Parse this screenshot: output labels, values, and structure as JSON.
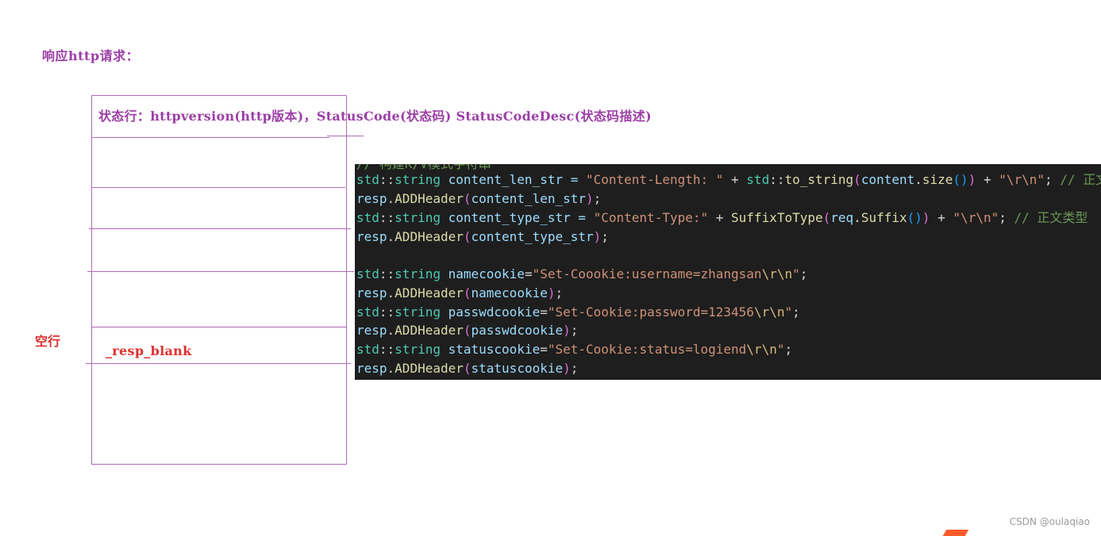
{
  "title": "响应http请求：",
  "status_line": "状态行：httpversion(http版本)，StatusCode(状态码) StatusCodeDesc(状态码描述)",
  "empty_line_label": "空行",
  "blank_label": "_resp_blank",
  "code": {
    "top_comment": "// 构建K/V模式字符串",
    "lines": [
      {
        "a": "std",
        "b": "::",
        "c": "string",
        "d": " content_len_str = ",
        "e": "\"Content-Length: \"",
        "f": " + ",
        "g": "std",
        "h": "::",
        "i": "to_string",
        "j": "(",
        "k": "content",
        "l": ".",
        "m": "size",
        "n": "()",
        "o": ")",
        "p": " + ",
        "q": "\"\\r\\n\"",
        "r": "; ",
        "s": "// 正文长度"
      },
      {
        "a": "resp",
        "b": ".",
        "c": "ADDHeader",
        "d": "(",
        "e": "content_len_str",
        "f": ")",
        "g": ";"
      },
      {
        "a": "std",
        "b": "::",
        "c": "string",
        "d": " content_type_str = ",
        "e": "\"Content-Type:\"",
        "f": " + ",
        "g": "SuffixToType",
        "h": "(",
        "i": "req",
        "j": ".",
        "k": "Suffix",
        "l": "()",
        "m": ")",
        "n": " + ",
        "o": "\"\\r\\n\"",
        "p": "; ",
        "q": "// 正文类型"
      },
      {
        "a": "resp",
        "b": ".",
        "c": "ADDHeader",
        "d": "(",
        "e": "content_type_str",
        "f": ")",
        "g": ";"
      },
      {
        "a": "std",
        "b": "::",
        "c": "string",
        "d": " namecookie",
        "e": "=",
        "f": "\"Set-Coookie:username=zhangsan",
        "g": "\\r\\n",
        "h": "\"",
        "i": ";"
      },
      {
        "a": "resp",
        "b": ".",
        "c": "ADDHeader",
        "d": "(",
        "e": "namecookie",
        "f": ")",
        "g": ";"
      },
      {
        "a": "std",
        "b": "::",
        "c": "string",
        "d": " passwdcookie",
        "e": "=",
        "f": "\"Set-Cookie:password=123456",
        "g": "\\r\\n",
        "h": "\"",
        "i": ";"
      },
      {
        "a": "resp",
        "b": ".",
        "c": "ADDHeader",
        "d": "(",
        "e": "passwdcookie",
        "f": ")",
        "g": ";"
      },
      {
        "a": "std",
        "b": "::",
        "c": "string",
        "d": " statuscookie",
        "e": "=",
        "f": "\"Set-Cookie:status=logiend",
        "g": "\\r\\n",
        "h": "\"",
        "i": ";"
      },
      {
        "a": "resp",
        "b": ".",
        "c": "ADDHeader",
        "d": "(",
        "e": "statuscookie",
        "f": ")",
        "g": ";"
      }
    ]
  },
  "watermark": "CSDN @oulaqiao",
  "colors": {
    "annotation_purple": "#9c3fa6",
    "annotation_red": "#e03030",
    "code_background": "#1e1e1e"
  }
}
